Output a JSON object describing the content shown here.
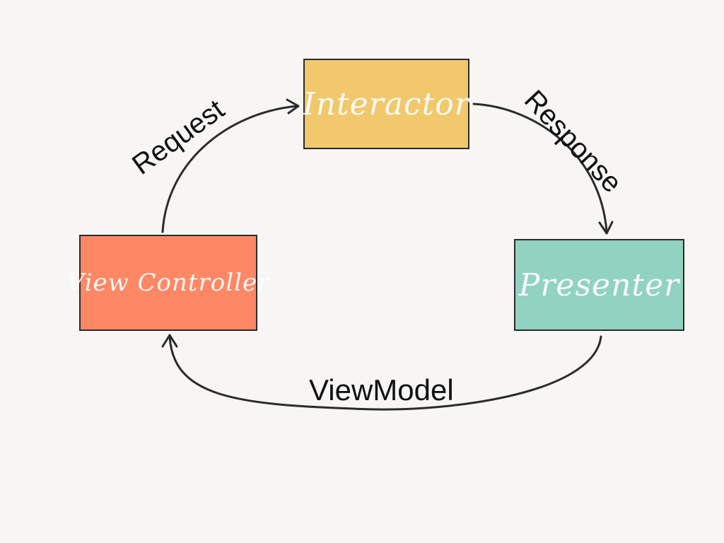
{
  "nodes": {
    "interactor": {
      "label": "Interactor",
      "color": "#f2c86d"
    },
    "view_controller": {
      "label": "View Controller",
      "color": "#fe8866"
    },
    "presenter": {
      "label": "Presenter",
      "color": "#92d2c1"
    }
  },
  "edges": {
    "request": {
      "label": "Request"
    },
    "response": {
      "label": "Response"
    },
    "viewmodel": {
      "label": "ViewModel"
    }
  },
  "colors": {
    "background": "#f7f6f4",
    "stroke": "#2b2b2b"
  }
}
